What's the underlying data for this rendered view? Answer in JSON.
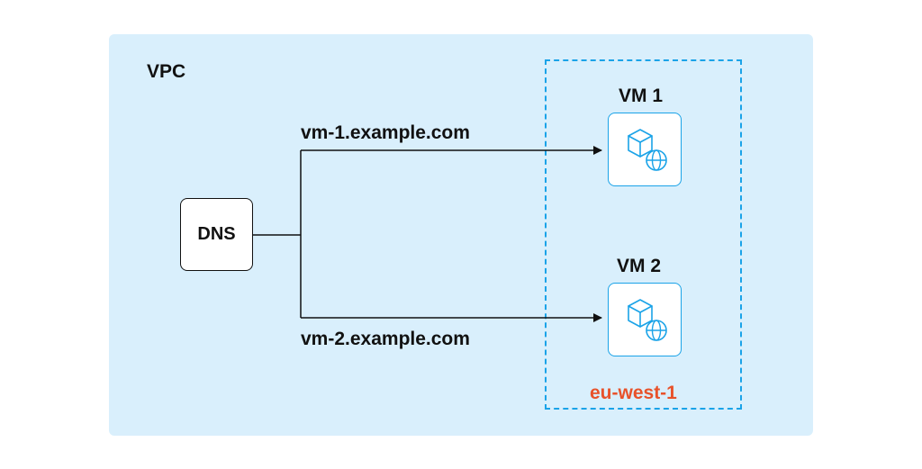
{
  "vpc": {
    "label": "VPC",
    "background_color": "#d9effc"
  },
  "region": {
    "label": "eu-west-1",
    "label_color": "#e8522a",
    "border_color": "#1aa3e8"
  },
  "dns": {
    "label": "DNS"
  },
  "routes": [
    {
      "hostname": "vm-1.example.com",
      "target": "VM 1"
    },
    {
      "hostname": "vm-2.example.com",
      "target": "VM 2"
    }
  ],
  "vms": [
    {
      "label": "VM 1",
      "icon": "cube-globe-icon"
    },
    {
      "label": "VM 2",
      "icon": "cube-globe-icon"
    }
  ],
  "colors": {
    "accent": "#1aa3e8",
    "line": "#111111"
  }
}
